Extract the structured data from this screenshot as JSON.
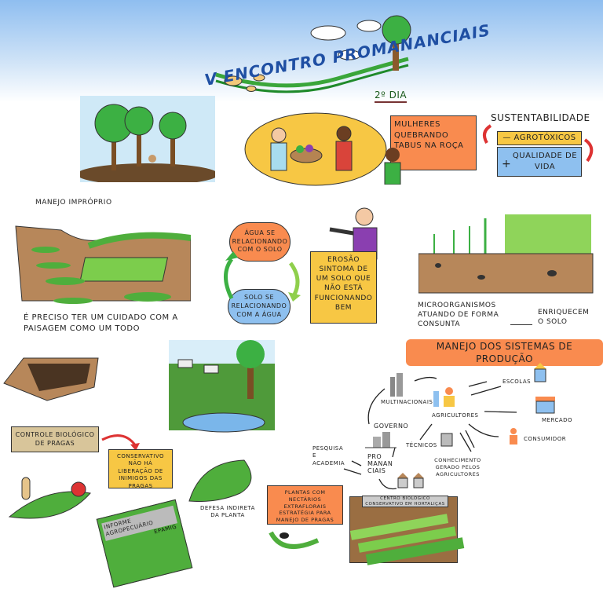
{
  "header": {
    "title": "V ENCONTRO PROMANANCIAIS",
    "day": "2º DIA"
  },
  "top": {
    "women_box": "MULHERES QUEBRANDO TABUS NA ROÇA",
    "sustainability": {
      "title": "SUSTENTABILIDADE",
      "minus": "— AGROTÓXICOS",
      "plus_sign": "+",
      "plus": "QUALIDADE DE VIDA"
    }
  },
  "middle": {
    "manejo_improprio": "MANEJO IMPRÓPRIO",
    "paisagem": "É PRECISO TER UM CUIDADO COM A PAISAGEM COMO UM TODO",
    "agua_solo": "ÁGUA SE RELACIONANDO COM O SOLO",
    "solo_agua": "SOLO SE RELACIONANDO COM A ÁGUA",
    "erosao": "EROSÃO SINTOMA DE UM SOLO QUE NÃO ESTÁ FUNCIONANDO BEM",
    "microorganismos": "MICROORGANISMOS ATUANDO DE FORMA CONSUNTA",
    "enriquecem": "ENRIQUECEM O SOLO"
  },
  "bottom": {
    "controle": "CONTROLE BIOLÓGICO DE PRAGAS",
    "conservativo": "CONSERVATIVO NÃO HÁ LIBERAÇÃO DE INIMIGOS DAS PRAGAS",
    "informe_title": "INFORME AGROPECUÁRIO",
    "informe_pub": "EPAMIG",
    "defesa": "DEFESA INDIRETA DA PLANTA",
    "plantas": "PLANTAS COM NECTÁRIOS EXTRAFLORAIS ESTRATÉGIA PARA MANEJO DE PRAGAS",
    "centro": "CENTRO BIOLÓGICO CONSERVATIVO EM HORTALIÇAS"
  },
  "systems": {
    "title": "MANEJO DOS SISTEMAS DE PRODUÇÃO",
    "nodes": {
      "multinacionais": "MULTINACIONAIS",
      "agricultores": "AGRICULTORES",
      "escolas": "ESCOLAS",
      "mercado": "MERCADO",
      "consumidor": "CONSUMIDOR",
      "governo": "GOVERNO",
      "tecnicos": "TÉCNICOS",
      "pesquisa": "PESQUISA E ACADEMIA",
      "promananciais": "PRO MANAN CIAIS",
      "conhecimento": "CONHECIMENTO GERADO PELOS AGRICULTORES"
    }
  },
  "colors": {
    "orange": "#f98b4f",
    "yellow": "#f7c744",
    "blue": "#8ec0ef",
    "green": "#4fae3c",
    "brown": "#a87748"
  }
}
